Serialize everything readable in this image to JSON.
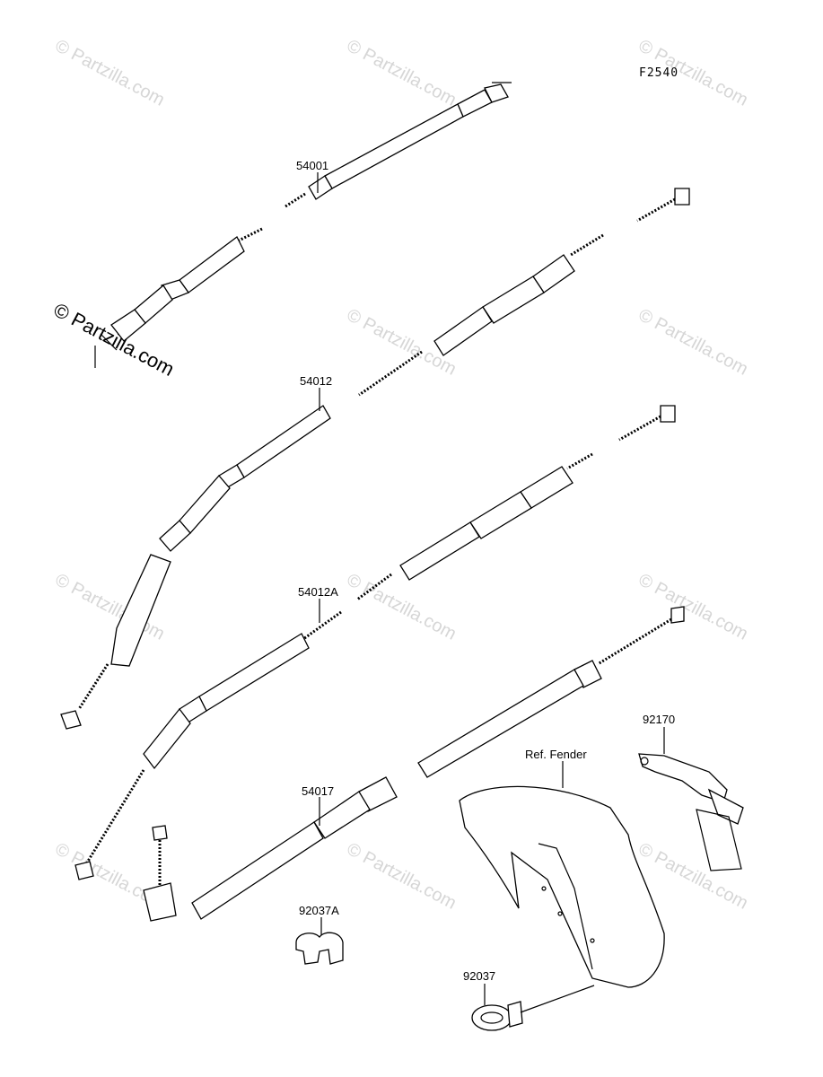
{
  "diagram_code": "F2540",
  "watermark": "© Partzilla.com",
  "parts": {
    "speedometer_cable": "54001",
    "clutch_cable": "54012",
    "clutch_cable_alt": "54012A",
    "cable": "54017",
    "bracket": "92170",
    "fender_ref": "Ref. Fender",
    "clamp_a": "92037A",
    "clamp": "92037"
  }
}
